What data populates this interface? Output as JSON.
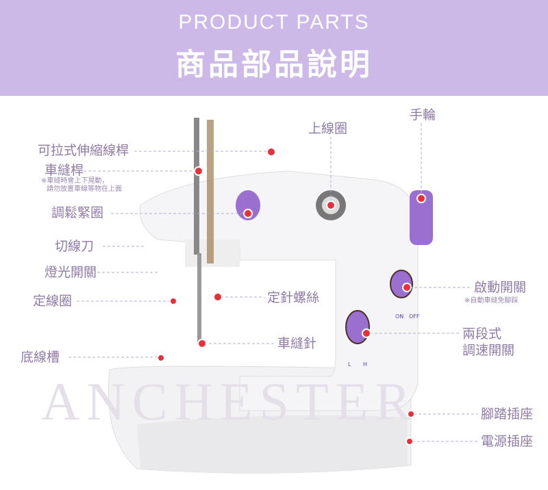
{
  "header": {
    "title_en": "PRODUCT PARTS",
    "title_zh": "商品部品說明"
  },
  "watermark": "ANCHESTER",
  "colors": {
    "header_bg": "#cdb9e8",
    "label": "#8f7aa8",
    "dot": "#e8303a",
    "knob": "#9a6fd0"
  },
  "labels": {
    "telescopic_rod": "可拉式伸縮線桿",
    "needle_bar": "車縫桿",
    "needle_bar_note1": "※車縫時會上下晃動，",
    "needle_bar_note2": "請勿放置車線等物在上面",
    "tension_dial": "調鬆緊圈",
    "thread_cutter": "切線刀",
    "light_switch": "燈光開關",
    "thread_guide": "定線圈",
    "bobbin_slot": "底線槽",
    "spool_pin": "上線圈",
    "handwheel": "手輪",
    "needle_screw": "定針螺絲",
    "needle": "車縫針",
    "power_switch": "啟動開關",
    "power_switch_note": "※自動車縫免腳踩",
    "speed_switch_1": "兩段式",
    "speed_switch_2": "調速開關",
    "pedal_socket": "腳踏插座",
    "power_socket": "電源插座"
  },
  "machine_marks": {
    "on": "ON",
    "off": "OFF",
    "low": "L",
    "high": "H"
  }
}
